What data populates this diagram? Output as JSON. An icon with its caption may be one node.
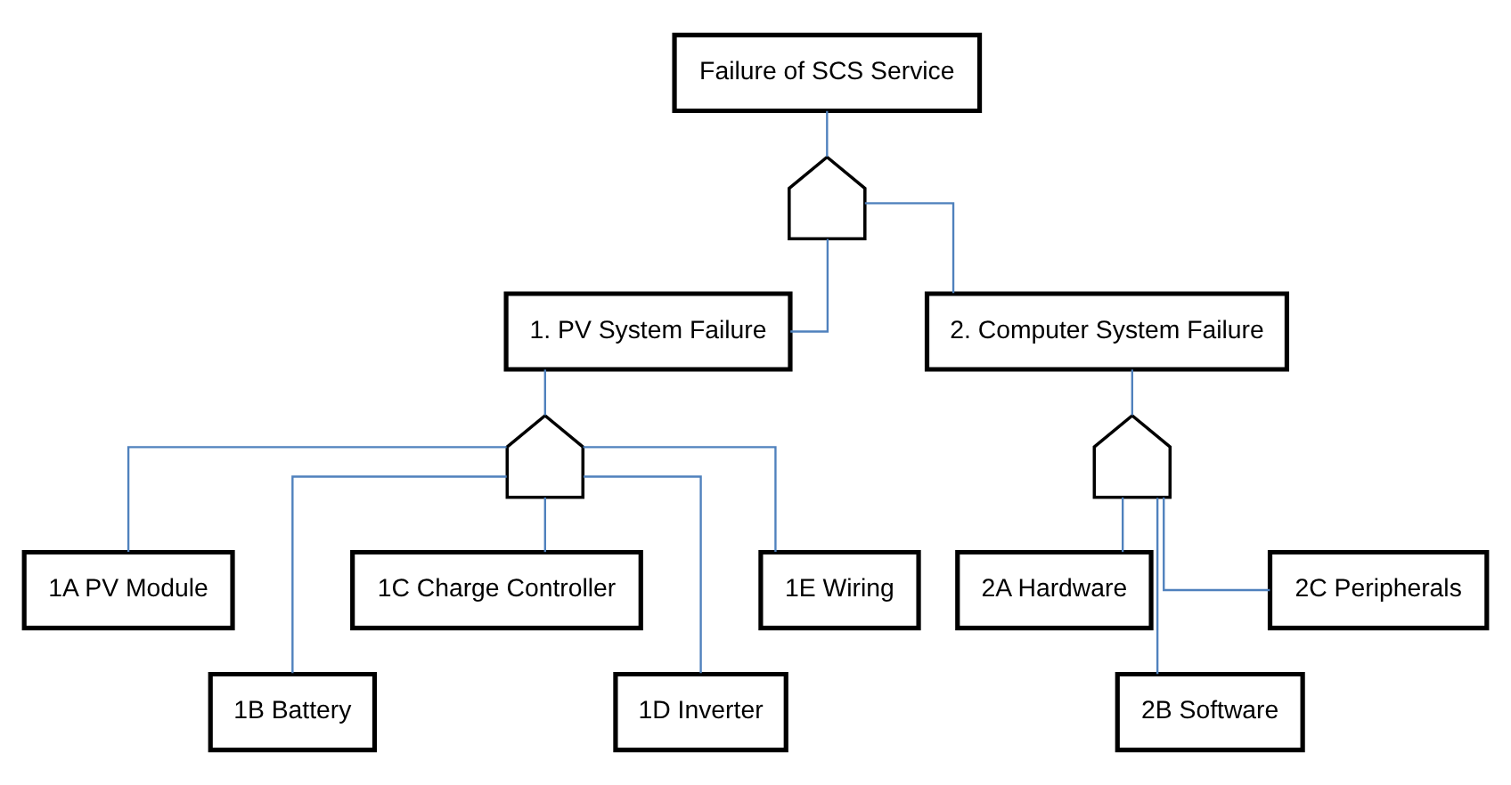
{
  "diagram": {
    "nodes": [
      {
        "text": [
          "Failure of SCS Service"
        ]
      },
      {
        "text": [],
        "shape": "gate"
      },
      {
        "text": [
          "1. PV System Failure"
        ]
      },
      {
        "text": [
          "2. Computer System Failure"
        ]
      },
      {
        "text": [],
        "shape": "gate"
      },
      {
        "text": [],
        "shape": "gate"
      },
      {
        "text": [
          "1A PV Module"
        ]
      },
      {
        "text": [
          "1B Battery"
        ]
      },
      {
        "text": [
          "1C Charge Controller"
        ]
      },
      {
        "text": [
          "1D Inverter"
        ]
      },
      {
        "text": [
          "1E Wiring"
        ]
      },
      {
        "text": [
          "2A Hardware"
        ]
      },
      {
        "text": [
          "2B Software"
        ]
      },
      {
        "text": [
          "2C Peripherals"
        ]
      }
    ],
    "edges": [
      {
        "from": 0,
        "to": 1,
        "arrow": "none"
      },
      {
        "from": 1,
        "to": 2,
        "arrow": "none"
      },
      {
        "from": 1,
        "to": 3,
        "arrow": "none"
      },
      {
        "from": 2,
        "to": 4,
        "arrow": "none"
      },
      {
        "from": 3,
        "to": 5,
        "arrow": "none"
      },
      {
        "from": 4,
        "to": 6,
        "arrow": "none"
      },
      {
        "from": 4,
        "to": 7,
        "arrow": "none"
      },
      {
        "from": 4,
        "to": 8,
        "arrow": "none"
      },
      {
        "from": 4,
        "to": 9,
        "arrow": "none"
      },
      {
        "from": 4,
        "to": 10,
        "arrow": "none"
      },
      {
        "from": 5,
        "to": 11,
        "arrow": "none"
      },
      {
        "from": 5,
        "to": 12,
        "arrow": "none"
      },
      {
        "from": 5,
        "to": 13,
        "arrow": "none"
      }
    ]
  }
}
